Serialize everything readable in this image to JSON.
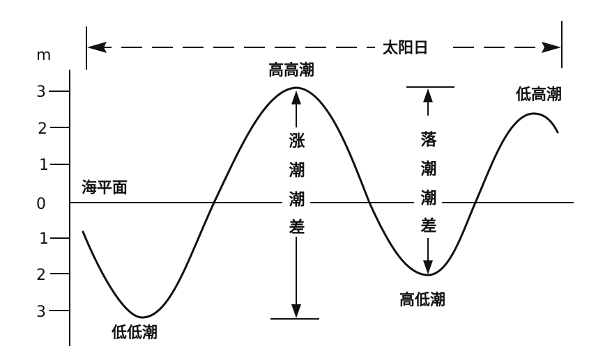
{
  "diagram": {
    "y_unit": "m",
    "y_ticks": [
      "3",
      "2",
      "1",
      "0",
      "1",
      "2",
      "3"
    ],
    "sea_level_label": "海平面",
    "lunar_day_label": "太阳日",
    "higher_high_water": "高高潮",
    "lower_high_water": "低高潮",
    "lower_low_water": "低低潮",
    "higher_low_water": "高低潮",
    "flood_range_chars": [
      "涨",
      "潮",
      "潮",
      "差"
    ],
    "ebb_range_chars": [
      "落",
      "潮",
      "潮",
      "差"
    ],
    "colors": {
      "line": "#111111",
      "background": "#ffffff"
    }
  }
}
